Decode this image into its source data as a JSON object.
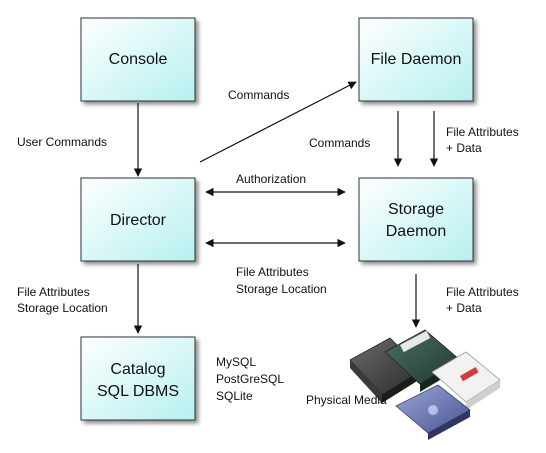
{
  "boxes": {
    "console": "Console",
    "file_daemon": "File Daemon",
    "director": "Director",
    "storage_daemon": [
      "Storage",
      "Daemon"
    ],
    "catalog": [
      "Catalog",
      "SQL DBMS"
    ]
  },
  "labels": {
    "commands_top": "Commands",
    "user_commands": "User Commands",
    "commands_fd": "Commands",
    "file_attributes_data_1": [
      "File Attributes",
      "+ Data"
    ],
    "authorization": "Authorization",
    "file_attributes_storage": [
      "File Attributes",
      "Storage Location"
    ],
    "file_attributes_storage_left": [
      "File Attributes",
      "Storage Location"
    ],
    "file_attributes_data_2": [
      "File Attributes",
      "+ Data"
    ],
    "databases": [
      "MySQL",
      "PostGreSQL",
      "SQLite"
    ],
    "physical_media": "Physical Media"
  },
  "colors": {
    "box_fill_top": "#ffffff",
    "box_fill_bottom": "#b9f2f2",
    "box_stroke": "#333333"
  }
}
